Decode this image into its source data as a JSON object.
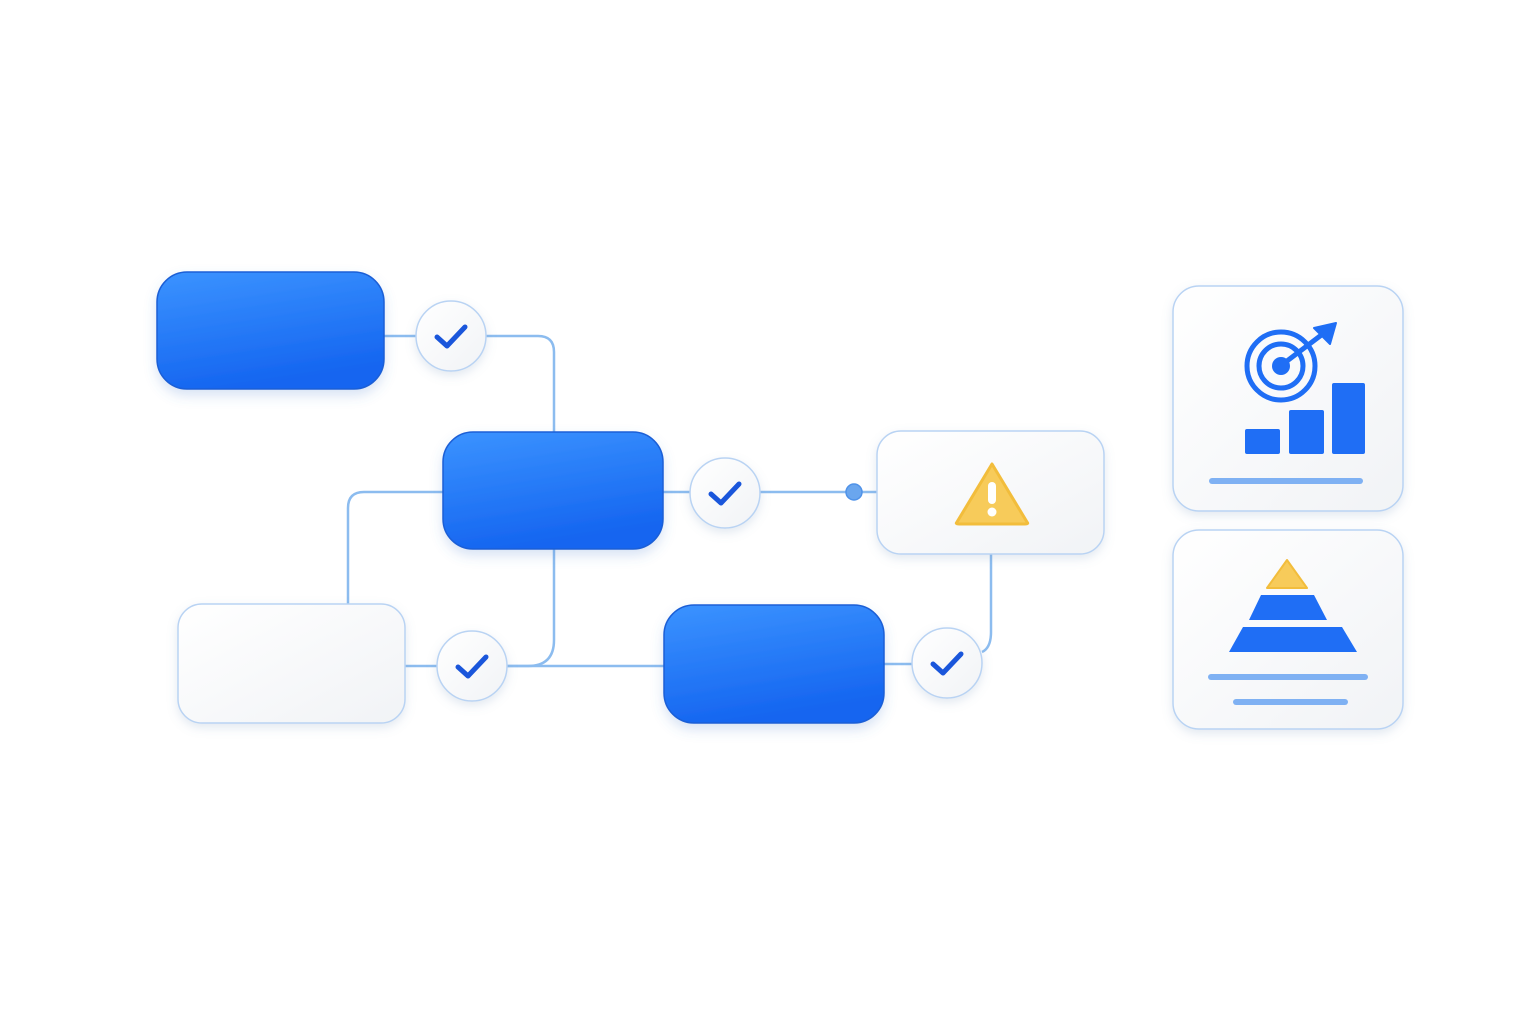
{
  "colors": {
    "node_blue_top": "#3b93ff",
    "node_blue_bottom": "#1565f0",
    "node_border": "#1a5fd6",
    "connector": "#8cbcef",
    "card_bg": "#f7f8fa",
    "card_border": "#b9d3f3",
    "check": "#1a56db",
    "warning": "#f7cb5a",
    "pyramid_top": "#f7cb5a",
    "accent_blue": "#1f6ef5",
    "underline": "#7fb1f3"
  },
  "nodes": [
    {
      "id": "node-1",
      "style": "primary"
    },
    {
      "id": "node-2",
      "style": "primary"
    },
    {
      "id": "node-3",
      "style": "primary"
    },
    {
      "id": "node-4",
      "style": "empty"
    },
    {
      "id": "node-warning",
      "style": "warning",
      "icon": "warning-icon"
    }
  ],
  "checkpoints": [
    "check-icon",
    "check-icon",
    "check-icon",
    "check-icon"
  ],
  "side_cards": [
    {
      "id": "goal-growth-card",
      "icon": "target-growth-icon"
    },
    {
      "id": "pyramid-card",
      "icon": "pyramid-icon"
    }
  ]
}
